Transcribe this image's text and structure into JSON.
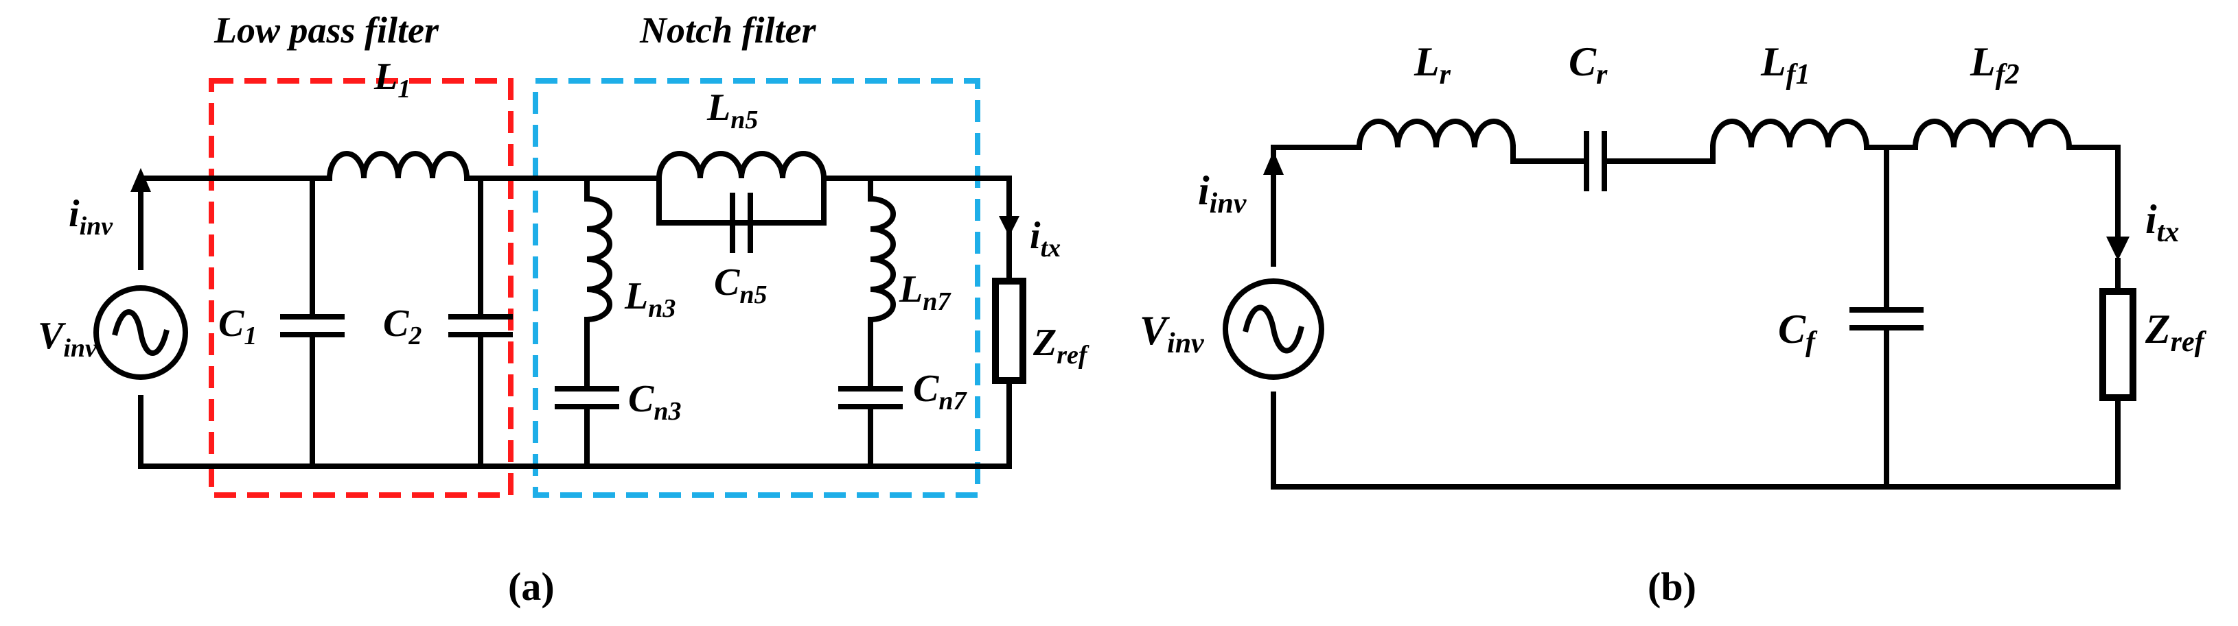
{
  "panel_a": {
    "title_lowpass": "Low pass filter",
    "title_notch": "Notch filter",
    "caption": "(a)",
    "colors": {
      "lowpass_box": "#ff1a1a",
      "notch_box": "#1eaee8"
    },
    "labels": {
      "i_inv": {
        "main": "i",
        "sub": "inv"
      },
      "V_inv": {
        "main": "V",
        "sub": "inv"
      },
      "C1": {
        "main": "C",
        "sub": "1"
      },
      "C2": {
        "main": "C",
        "sub": "2"
      },
      "L1": {
        "main": "L",
        "sub": "1"
      },
      "Ln5": {
        "main": "L",
        "sub": "n5"
      },
      "Cn5": {
        "main": "C",
        "sub": "n5"
      },
      "Ln3": {
        "main": "L",
        "sub": "n3"
      },
      "Cn3": {
        "main": "C",
        "sub": "n3"
      },
      "Ln7": {
        "main": "L",
        "sub": "n7"
      },
      "Cn7": {
        "main": "C",
        "sub": "n7"
      },
      "i_tx": {
        "main": "i",
        "sub": "tx"
      },
      "Z_ref": {
        "main": "Z",
        "sub": "ref"
      }
    }
  },
  "panel_b": {
    "caption": "(b)",
    "labels": {
      "i_inv": {
        "main": "i",
        "sub": "inv"
      },
      "V_inv": {
        "main": "V",
        "sub": "inv"
      },
      "Lr": {
        "main": "L",
        "sub": "r"
      },
      "Cr": {
        "main": "C",
        "sub": "r"
      },
      "Lf1": {
        "main": "L",
        "sub": "f1"
      },
      "Lf2": {
        "main": "L",
        "sub": "f2"
      },
      "Cf": {
        "main": "C",
        "sub": "f"
      },
      "i_tx": {
        "main": "i",
        "sub": "tx"
      },
      "Z_ref": {
        "main": "Z",
        "sub": "ref"
      }
    }
  }
}
